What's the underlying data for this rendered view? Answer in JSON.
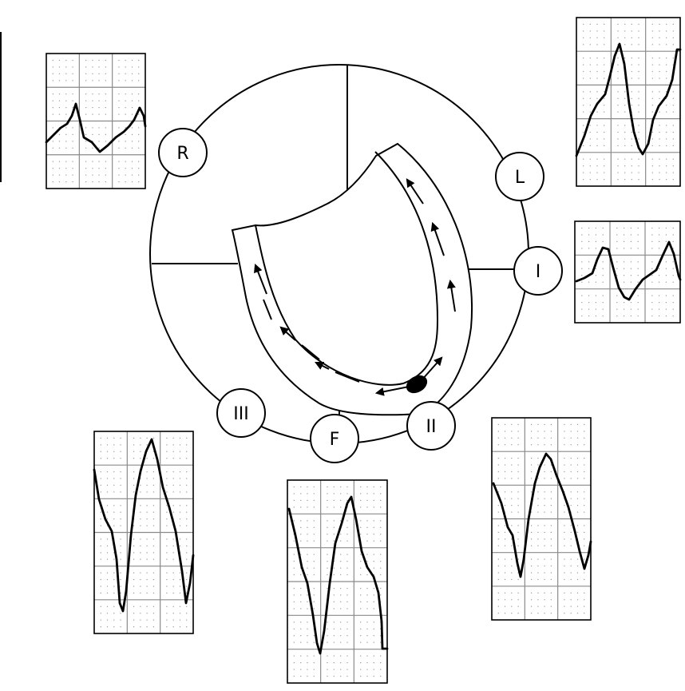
{
  "diagram": {
    "lead_labels": {
      "R": "R",
      "L": "L",
      "I": "I",
      "II": "II",
      "III": "III",
      "F": "F"
    },
    "ecg_strips": [
      {
        "lead": "R"
      },
      {
        "lead": "L"
      },
      {
        "lead": "I"
      },
      {
        "lead": "II"
      },
      {
        "lead": "F"
      },
      {
        "lead": "III"
      }
    ],
    "colors": {
      "ink": "#000000",
      "grid": "#8a8a8a",
      "background": "#ffffff"
    },
    "icons": [
      "arrow-icon",
      "pacemaker-origin-icon"
    ]
  }
}
